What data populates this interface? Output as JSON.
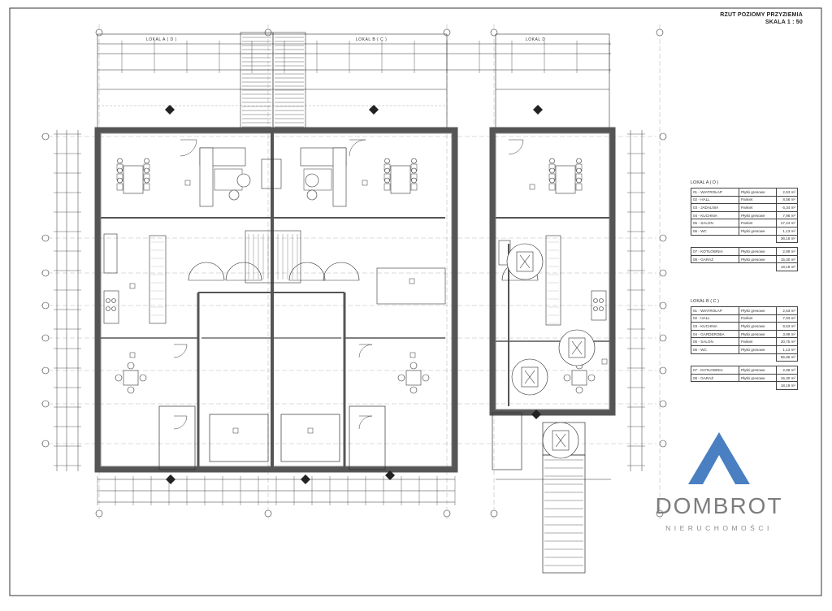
{
  "title": {
    "line1": "RZUT POZIOMY PRZYZIEMIA",
    "line2": "SKALA 1 : 50"
  },
  "units": [
    {
      "label": "LOKAL A ( D )"
    },
    {
      "label": "LOKAL B ( C )"
    },
    {
      "label": "LOKAL D"
    }
  ],
  "room_tables": [
    {
      "caption": "LOKAL A ( D )",
      "rows": [
        {
          "name": "01 - WIATROŁAP",
          "material": "Płytki gresowe",
          "area": "2,53 m²"
        },
        {
          "name": "02 - HALL",
          "material": "Parkiet",
          "area": "8,58 m²"
        },
        {
          "name": "03 - JADALNIA",
          "material": "Parkiet",
          "area": "6,34 m²"
        },
        {
          "name": "04 - KUCHNIA",
          "material": "Płytki gresowe",
          "area": "7,96 m²"
        },
        {
          "name": "05 - SALON",
          "material": "Parkiet",
          "area": "27,24 m²"
        },
        {
          "name": "06 - WC",
          "material": "Płytki gresowe",
          "area": "1,13 m²"
        }
      ],
      "subtotal": "36,16 m²",
      "extra_rows": [
        {
          "name": "07 - KOTŁOWNIA",
          "material": "Płytki gresowe",
          "area": "2,89 m²"
        },
        {
          "name": "08 - GARAŻ",
          "material": "Płytki gresowe",
          "area": "15,30 m²"
        }
      ],
      "extra_total": "18,19 m²"
    },
    {
      "caption": "LOKAL B ( C )",
      "rows": [
        {
          "name": "01 - WIATROŁAP",
          "material": "Płytki gresowe",
          "area": "2,53 m²"
        },
        {
          "name": "02 - HALL",
          "material": "Parkiet",
          "area": "7,93 m²"
        },
        {
          "name": "03 - KUCHNIA",
          "material": "Płytki gresowe",
          "area": "9,53 m²"
        },
        {
          "name": "04 - GARDEROBA",
          "material": "Płytki gresowe",
          "area": "3,99 m²"
        },
        {
          "name": "05 - SALON",
          "material": "Parkiet",
          "area": "30,75 m²"
        },
        {
          "name": "06 - WC",
          "material": "Płytki gresowe",
          "area": "1,13 m²"
        }
      ],
      "subtotal": "55,86 m²",
      "extra_rows": [
        {
          "name": "07 - KOTŁOWNIA",
          "material": "Płytki gresowe",
          "area": "2,89 m²"
        },
        {
          "name": "08 - GARAŻ",
          "material": "Płytki gresowe",
          "area": "15,30 m²"
        }
      ],
      "extra_total": "18,19 m²"
    }
  ],
  "logo": {
    "brand": "DOMBROT",
    "tagline": "NIERUCHOMOŚCI",
    "color_blue": "#4a7fc1",
    "color_grey": "#7d7d80"
  },
  "colors": {
    "line": "#333333",
    "wall": "#555555",
    "light": "#9a9a9a"
  }
}
